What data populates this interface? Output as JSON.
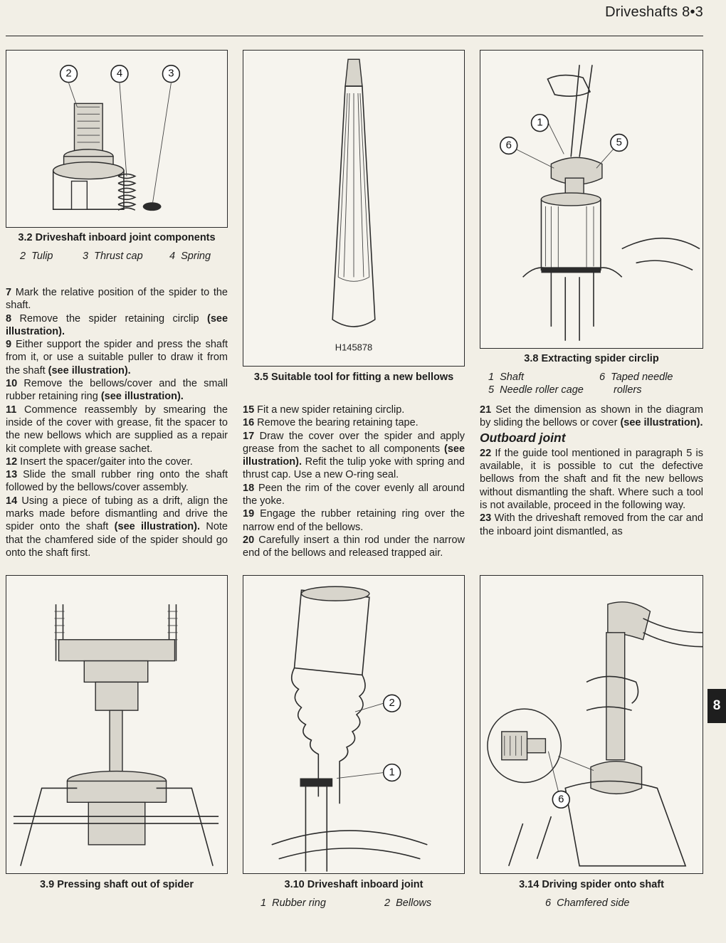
{
  "header": {
    "title": "Driveshafts  8•3"
  },
  "chapter_tab": "8",
  "figures": {
    "f32": {
      "caption": "3.2 Driveshaft inboard joint components",
      "callouts": [
        "2",
        "4",
        "3"
      ],
      "key": [
        {
          "num": "2",
          "label": "Tulip"
        },
        {
          "num": "3",
          "label": "Thrust cap"
        },
        {
          "num": "4",
          "label": "Spring"
        }
      ]
    },
    "f35": {
      "caption": "3.5 Suitable tool for fitting a new bellows",
      "ref": "H145878"
    },
    "f38": {
      "caption": "3.8 Extracting spider circlip",
      "callouts": [
        "1",
        "6",
        "5"
      ],
      "key": [
        {
          "num": "1",
          "label": "Shaft"
        },
        {
          "num": "5",
          "label": "Needle roller cage"
        },
        {
          "num": "6",
          "label": "Taped needle"
        },
        {
          "num": "",
          "label": "rollers"
        }
      ]
    },
    "f39": {
      "caption": "3.9 Pressing shaft out of spider"
    },
    "f310": {
      "caption": "3.10 Driveshaft inboard joint",
      "callouts": [
        "2",
        "1"
      ],
      "key": [
        {
          "num": "1",
          "label": "Rubber ring"
        },
        {
          "num": "2",
          "label": "Bellows"
        }
      ]
    },
    "f314": {
      "caption": "3.14 Driving spider onto shaft",
      "callouts": [
        "6"
      ],
      "key": [
        {
          "num": "6",
          "label": "Chamfered side"
        }
      ]
    }
  },
  "col1": [
    {
      "n": "7",
      "t": "Mark the relative position of the spider to the shaft."
    },
    {
      "n": "8",
      "t": "Remove the spider retaining circlip",
      "b": "(see illustration)."
    },
    {
      "n": "9",
      "t": "Either support the spider and press the shaft from it, or use a suitable puller to draw it from the shaft",
      "b": "(see illustration)."
    },
    {
      "n": "10",
      "t": "Remove the bellows/cover and the small rubber retaining ring",
      "b": "(see illustration)."
    },
    {
      "n": "11",
      "t": "Commence reassembly by smearing the inside of the cover with grease, fit the spacer to the new bellows which are supplied as a repair kit complete with grease sachet."
    },
    {
      "n": "12",
      "t": "Insert the spacer/gaiter into the cover."
    },
    {
      "n": "13",
      "t": "Slide the small rubber ring onto the shaft followed by the bellows/cover assembly."
    },
    {
      "n": "14",
      "t": "Using a piece of tubing as a drift, align the marks made before dismantling and drive the spider onto the shaft",
      "b": "(see illustration).",
      "t2": "Note that the chamfered side of the spider should go onto the shaft first."
    }
  ],
  "col2": [
    {
      "n": "15",
      "t": "Fit a new spider retaining circlip."
    },
    {
      "n": "16",
      "t": "Remove the bearing retaining tape."
    },
    {
      "n": "17",
      "t": "Draw the cover over the spider and apply grease from the sachet to all components",
      "b": "(see illustration).",
      "t2": "Refit the tulip yoke with spring and thrust cap. Use a new O-ring seal."
    },
    {
      "n": "18",
      "t": "Peen the rim of the cover evenly all around the yoke."
    },
    {
      "n": "19",
      "t": "Engage the rubber retaining ring over the narrow end of the bellows."
    },
    {
      "n": "20",
      "t": "Carefully insert a thin rod under the narrow end of the bellows and released trapped air."
    }
  ],
  "col3a": [
    {
      "n": "21",
      "t": "Set the dimension as shown in the diagram by sliding the bellows or cover",
      "b": "(see illustration)."
    }
  ],
  "col3_heading": "Outboard joint",
  "col3b": [
    {
      "n": "22",
      "t": "If the guide tool mentioned in paragraph 5 is available, it is possible to cut the defective bellows from the shaft and fit the new bellows without dismantling the shaft. Where such a tool is not available, proceed in the following way."
    },
    {
      "n": "23",
      "t": "With the driveshaft removed from the car and the inboard joint dismantled, as"
    }
  ]
}
